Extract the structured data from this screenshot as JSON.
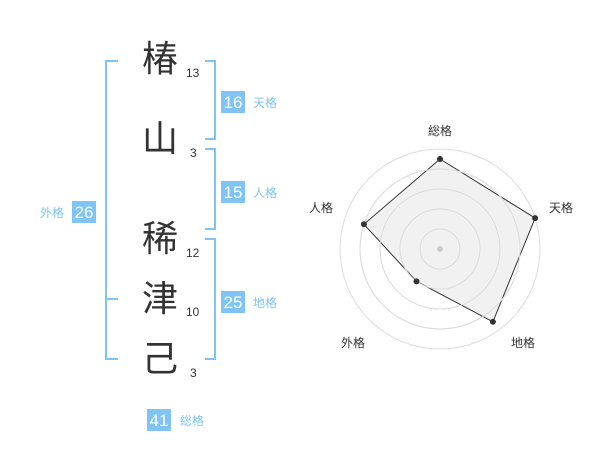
{
  "name": {
    "chars": [
      {
        "char": "椿",
        "strokes": "13"
      },
      {
        "char": "山",
        "strokes": "3"
      },
      {
        "char": "稀",
        "strokes": "12"
      },
      {
        "char": "津",
        "strokes": "10"
      },
      {
        "char": "己",
        "strokes": "3"
      }
    ]
  },
  "fortunes": {
    "tenkaku": {
      "label": "天格",
      "value": "16"
    },
    "jinkaku": {
      "label": "人格",
      "value": "15"
    },
    "chikaku": {
      "label": "地格",
      "value": "25"
    },
    "gaikaku": {
      "label": "外格",
      "value": "26"
    },
    "soukaku": {
      "label": "総格",
      "value": "41"
    }
  },
  "radar": {
    "axes": [
      "総格",
      "天格",
      "地格",
      "外格",
      "人格"
    ],
    "levels": [
      0.9,
      1.0,
      0.9,
      0.4,
      0.8
    ],
    "max": 1.0
  },
  "colors": {
    "accent": "#7fc4f5",
    "text": "#333333",
    "grid": "#dddddd",
    "fill": "#efefef"
  }
}
